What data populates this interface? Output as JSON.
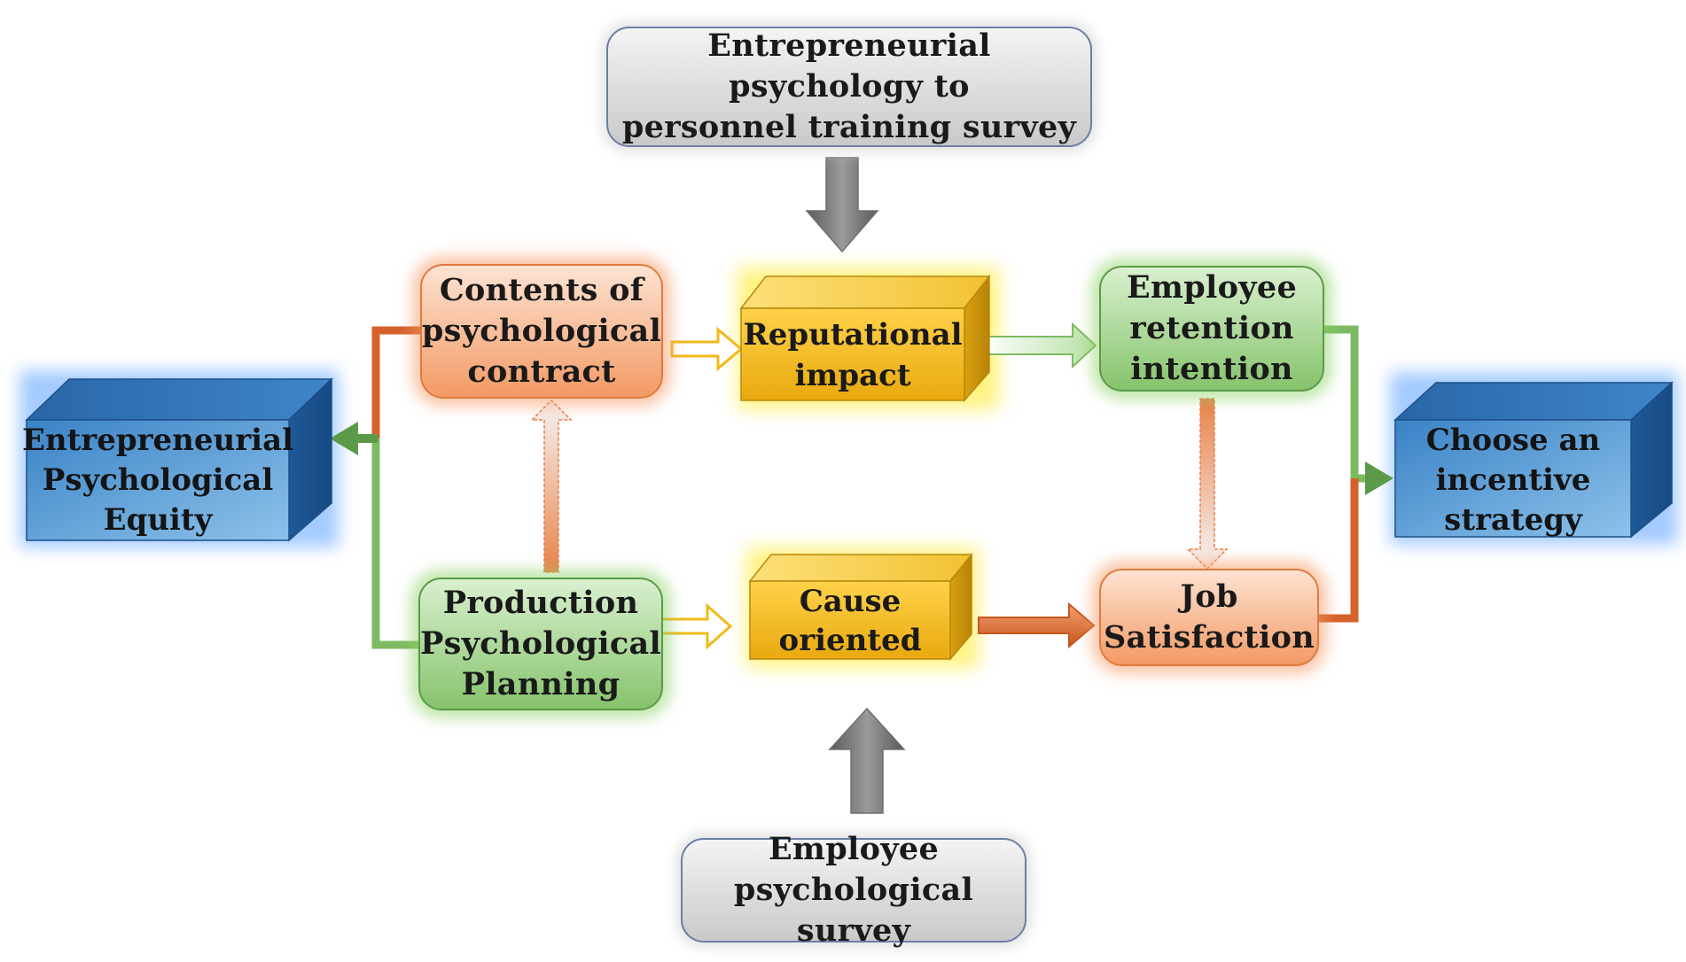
{
  "nodes": {
    "top_survey": "Entrepreneurial psychology to\npersonnel training survey",
    "bottom_survey": "Employee\npsychological survey",
    "contents_contract": "Contents of\npsychological\ncontract",
    "production_planning": "Production\nPsychological\nPlanning",
    "reputational_impact": "Reputational\nimpact",
    "cause_oriented": "Cause\noriented",
    "retention_intention": "Employee\nretention\nintention",
    "job_satisfaction": "Job\nSatisfaction",
    "equity": "Entrepreneurial\nPsychological\nEquity",
    "incentive_strategy": "Choose an\nincentive\nstrategy"
  },
  "colors": {
    "gray": "#c9c9c9",
    "orange": "#f39a65",
    "green": "#86c36c",
    "gold": "#f2b91a",
    "blue": "#2f72b6",
    "dark_orange": "#d4622a",
    "dark_green": "#5b9a48"
  }
}
